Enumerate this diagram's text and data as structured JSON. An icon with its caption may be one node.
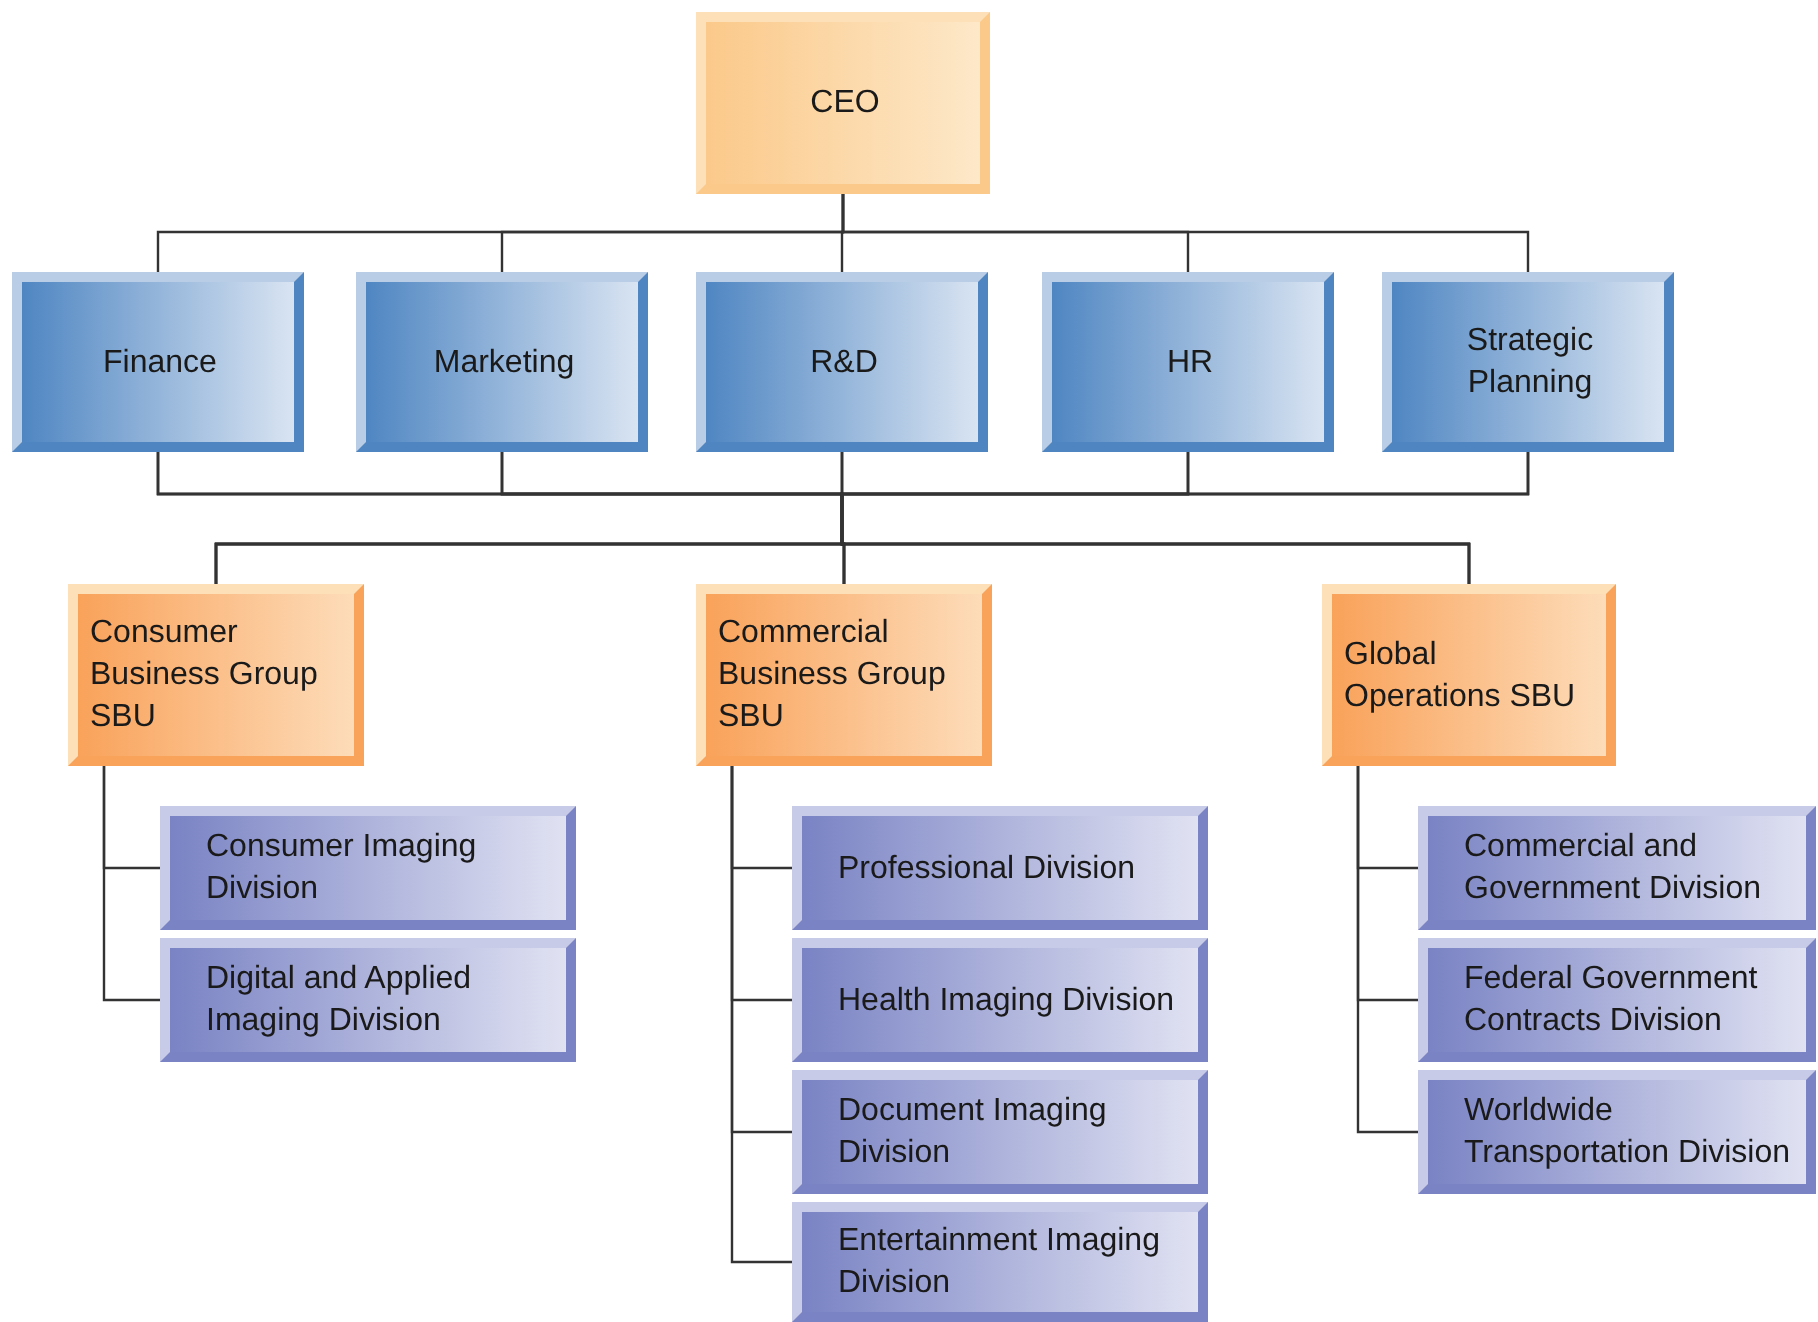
{
  "diagram": {
    "nodes": [
      {
        "text": [
          "CEO"
        ]
      },
      {
        "text": [
          "Finance"
        ]
      },
      {
        "text": [
          "Marketing"
        ]
      },
      {
        "text": [
          "R&D"
        ]
      },
      {
        "text": [
          "HR"
        ]
      },
      {
        "text": [
          "Strategic Planning"
        ]
      },
      {
        "text": [
          "Consumer Business Group SBU"
        ]
      },
      {
        "text": [
          "Consumer Imaging Division"
        ]
      },
      {
        "text": [
          "Digital and Applied Imaging Division"
        ]
      },
      {
        "text": [
          "Commercial Business Group SBU"
        ]
      },
      {
        "text": [
          "Professional Division"
        ]
      },
      {
        "text": [
          "Health Imaging Division"
        ]
      },
      {
        "text": [
          "Document Imaging Division"
        ]
      },
      {
        "text": [
          "Entertainment Imaging Division"
        ]
      },
      {
        "text": [
          "Global Operations SBU"
        ]
      },
      {
        "text": [
          "Commercial and Government Division"
        ]
      },
      {
        "text": [
          "Federal Government Contracts Division"
        ]
      },
      {
        "text": [
          "Worldwide Transportation Division"
        ]
      }
    ],
    "edges": [
      {
        "from": 0,
        "to": 1,
        "arrow": "none"
      },
      {
        "from": 0,
        "to": 2,
        "arrow": "none"
      },
      {
        "from": 0,
        "to": 3,
        "arrow": "none"
      },
      {
        "from": 0,
        "to": 4,
        "arrow": "none"
      },
      {
        "from": 0,
        "to": 5,
        "arrow": "none"
      },
      {
        "from": 1,
        "to": 6,
        "arrow": "none"
      },
      {
        "from": 1,
        "to": 9,
        "arrow": "none"
      },
      {
        "from": 1,
        "to": 14,
        "arrow": "none"
      },
      {
        "from": 2,
        "to": 6,
        "arrow": "none"
      },
      {
        "from": 2,
        "to": 9,
        "arrow": "none"
      },
      {
        "from": 2,
        "to": 14,
        "arrow": "none"
      },
      {
        "from": 3,
        "to": 6,
        "arrow": "none"
      },
      {
        "from": 3,
        "to": 9,
        "arrow": "none"
      },
      {
        "from": 3,
        "to": 14,
        "arrow": "none"
      },
      {
        "from": 4,
        "to": 6,
        "arrow": "none"
      },
      {
        "from": 4,
        "to": 9,
        "arrow": "none"
      },
      {
        "from": 4,
        "to": 14,
        "arrow": "none"
      },
      {
        "from": 5,
        "to": 6,
        "arrow": "none"
      },
      {
        "from": 5,
        "to": 9,
        "arrow": "none"
      },
      {
        "from": 5,
        "to": 14,
        "arrow": "none"
      },
      {
        "from": 6,
        "to": 7,
        "arrow": "none"
      },
      {
        "from": 6,
        "to": 8,
        "arrow": "none"
      },
      {
        "from": 9,
        "to": 10,
        "arrow": "none"
      },
      {
        "from": 9,
        "to": 11,
        "arrow": "none"
      },
      {
        "from": 9,
        "to": 12,
        "arrow": "none"
      },
      {
        "from": 9,
        "to": 13,
        "arrow": "none"
      },
      {
        "from": 14,
        "to": 15,
        "arrow": "none"
      },
      {
        "from": 14,
        "to": 16,
        "arrow": "none"
      },
      {
        "from": 14,
        "to": 17,
        "arrow": "none"
      }
    ]
  }
}
